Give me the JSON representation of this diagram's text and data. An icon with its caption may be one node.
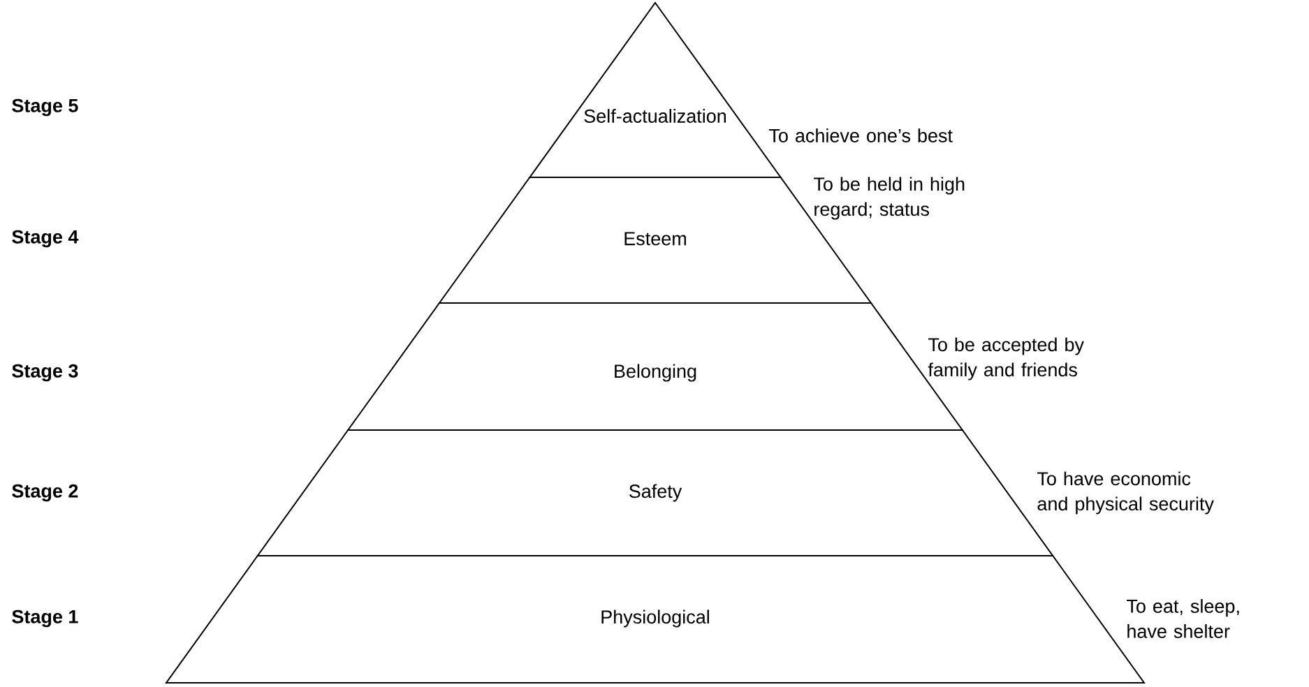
{
  "diagram": {
    "nodes": [
      {
        "text": [
          "Self-actualization"
        ],
        "beside": [
          "To achieve one’s best"
        ]
      },
      {
        "text": [
          "Esteem"
        ],
        "beside": [
          "To be held in high regard; status"
        ]
      },
      {
        "text": [
          "Belonging"
        ],
        "beside": [
          "To be accepted by family and friends"
        ]
      },
      {
        "text": [
          "Safety"
        ],
        "beside": [
          "To have economic and physical security"
        ]
      },
      {
        "text": [
          "Physiological"
        ],
        "beside": [
          "To eat, sleep, have shelter"
        ]
      }
    ],
    "labels": [
      "Stage 5",
      "Stage 4",
      "Stage 3",
      "Stage 2",
      "Stage 1"
    ]
  }
}
